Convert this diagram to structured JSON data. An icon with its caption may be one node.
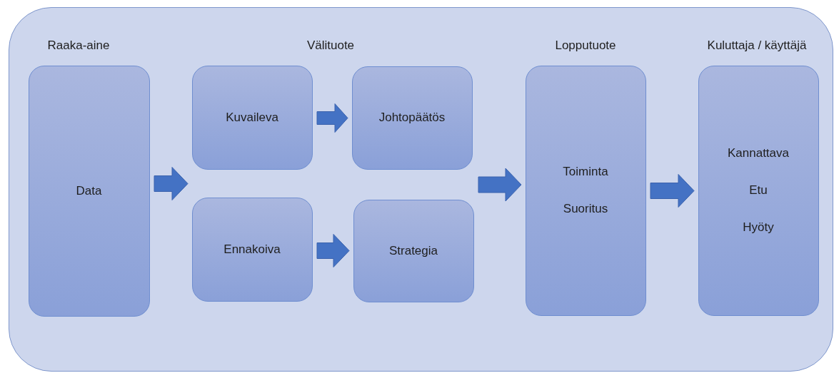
{
  "diagram": {
    "nodes": [
      {
        "text": [],
        "shape": "box"
      },
      {
        "text": [
          "Data"
        ],
        "in": 0
      },
      {
        "text": [
          "Kuvaileva"
        ],
        "in": 0
      },
      {
        "text": [
          "Johtopäätös"
        ],
        "in": 0
      },
      {
        "text": [
          "Ennakoiva"
        ],
        "in": 0
      },
      {
        "text": [
          "Strategia"
        ],
        "in": 0
      },
      {
        "text": [
          "Toiminta",
          "Suoritus"
        ],
        "in": 0
      },
      {
        "text": [
          "Kannattava",
          "Etu",
          "Hyöty"
        ],
        "in": 0
      }
    ],
    "edges": [
      {
        "from": 1,
        "to": 2,
        "arrow": "to",
        "style": "thick"
      },
      {
        "from": 1,
        "to": 4,
        "arrow": "to",
        "style": "thick"
      },
      {
        "from": 2,
        "to": 3,
        "arrow": "to",
        "style": "thick"
      },
      {
        "from": 4,
        "to": 5,
        "arrow": "to",
        "style": "thick"
      },
      {
        "from": 3,
        "to": 6,
        "arrow": "to",
        "style": "thick"
      },
      {
        "from": 5,
        "to": 6,
        "arrow": "to",
        "style": "thick"
      },
      {
        "from": 6,
        "to": 7,
        "arrow": "to",
        "style": "thick"
      }
    ],
    "labels": [
      "Raaka-aine",
      "Välituote",
      "Lopputuote",
      "Kuluttaja / käyttäjä"
    ]
  }
}
